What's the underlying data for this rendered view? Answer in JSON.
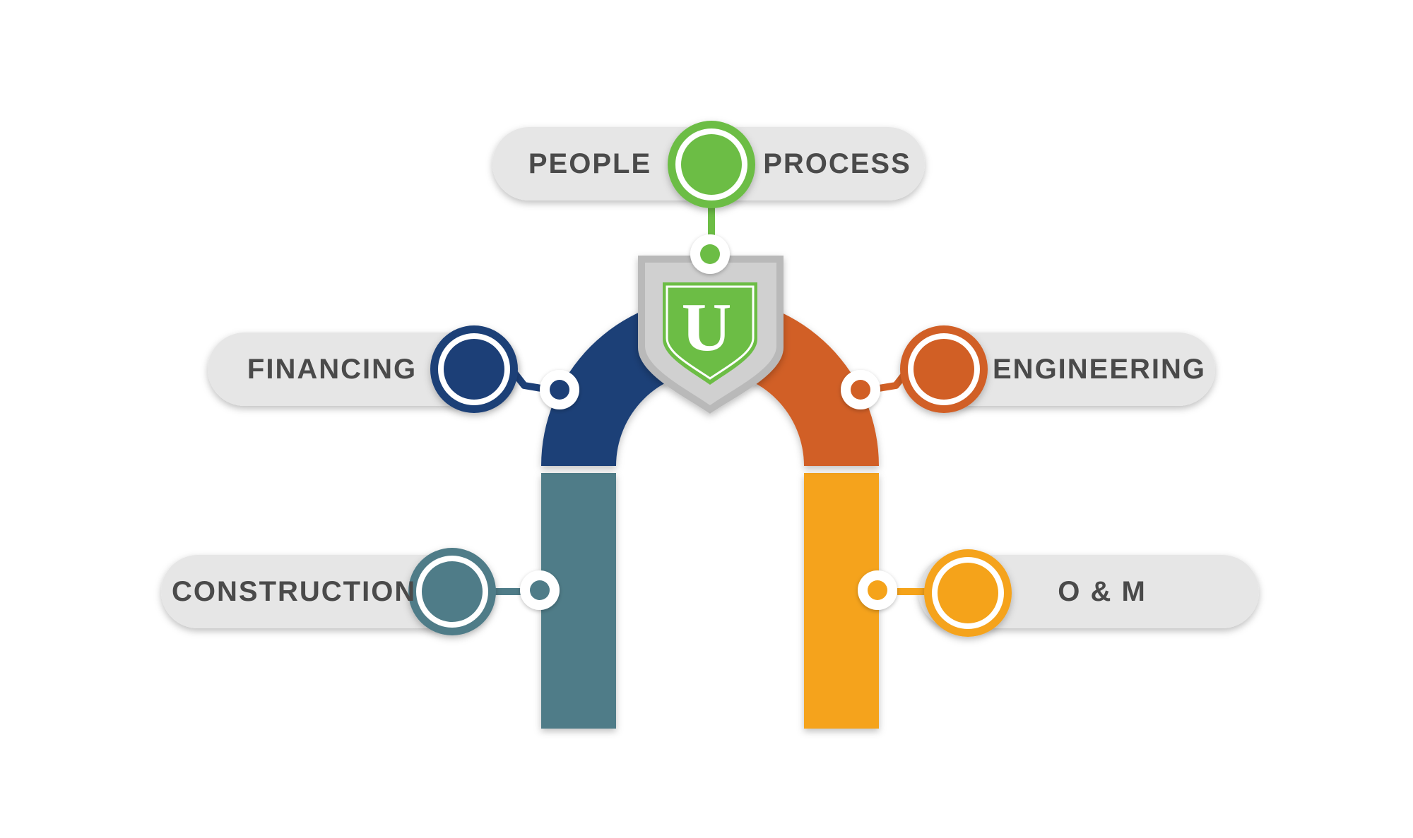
{
  "labels": {
    "people": "PEOPLE",
    "process": "PROCESS",
    "financing": "FINANCING",
    "engineering": "ENGINEERING",
    "construction": "CONSTRUCTION",
    "om": "O & M"
  },
  "shield": {
    "letter": "U"
  },
  "colors": {
    "green": "#6cbd45",
    "navy": "#1c3f77",
    "orange": "#d15f25",
    "teal": "#4f7c88",
    "gold": "#f5a31a",
    "pill": "#e6e6e6",
    "text": "#4a4a4a",
    "shield_gray": "#bdbdbd"
  },
  "icons": [
    "shield-icon"
  ]
}
